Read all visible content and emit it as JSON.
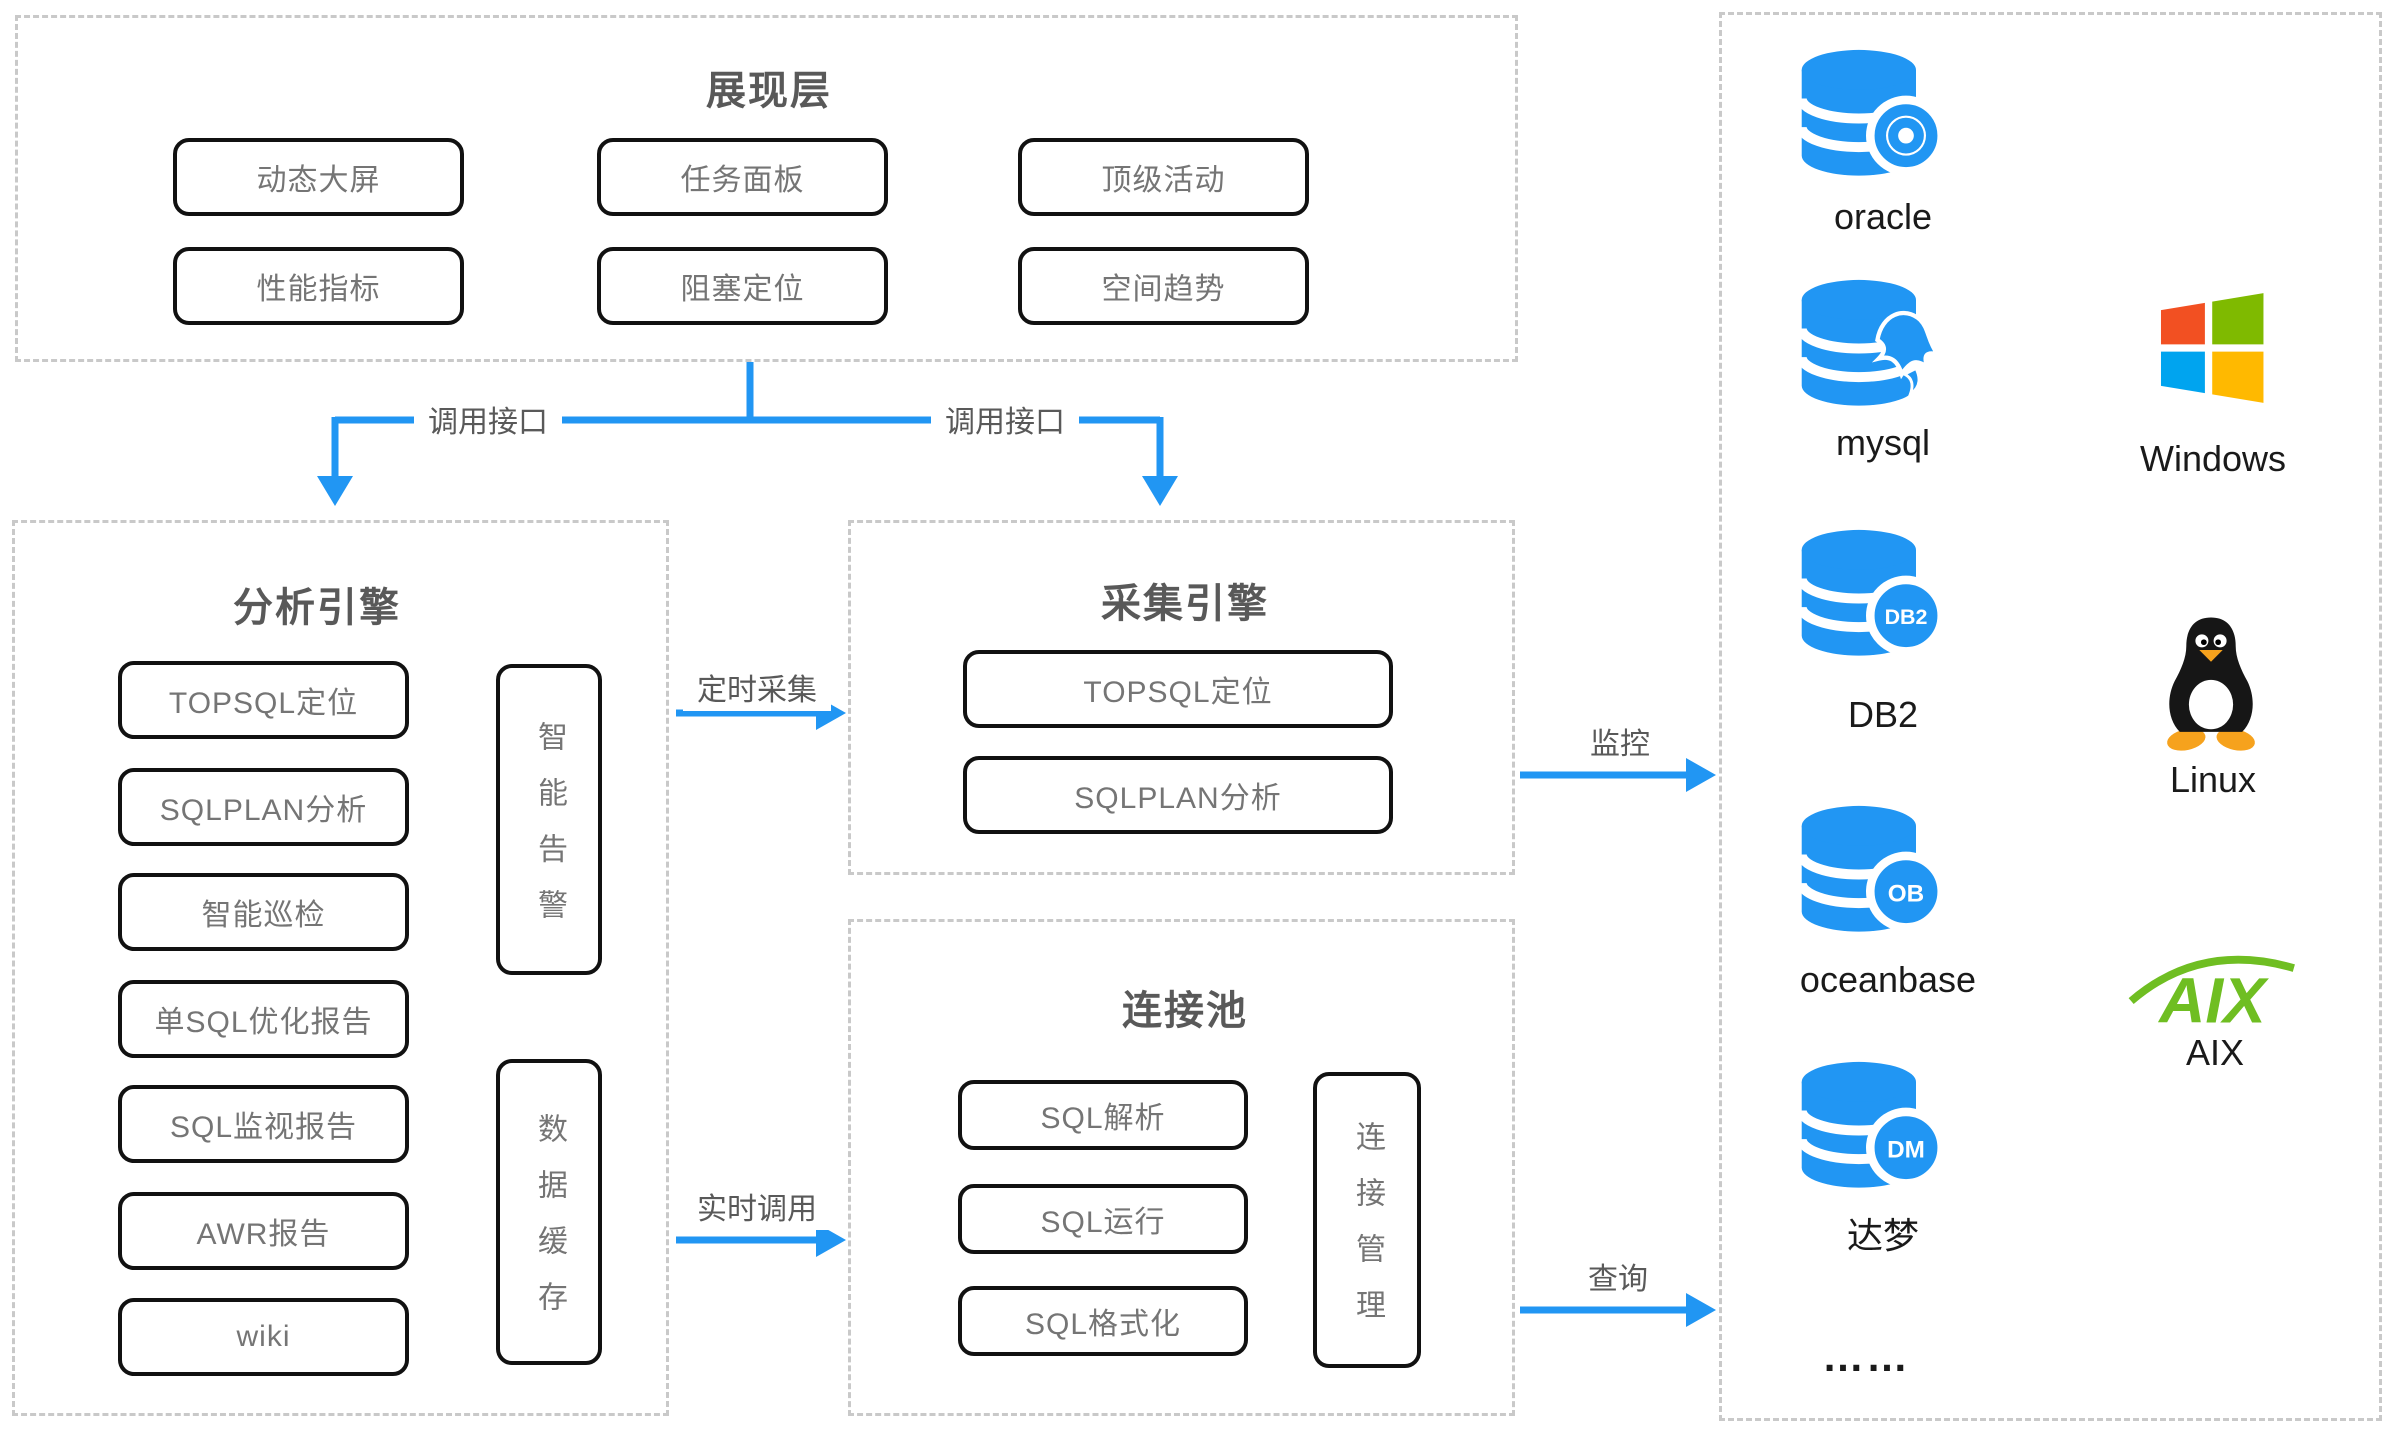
{
  "colors": {
    "accent": "#2196F3",
    "box_border": "#111111",
    "box_text": "#757575",
    "title_text": "#595959",
    "label_text": "#595959",
    "dash_border": "#c9c9c9",
    "target_label": "#1a1a1a",
    "win_red": "#F25022",
    "win_green": "#7FBA00",
    "win_blue": "#00A4EF",
    "win_yellow": "#FFB900",
    "aix_green": "#6FBE22",
    "tux_body": "#161616",
    "tux_orange": "#F6A21D"
  },
  "presentation_layer": {
    "title": "展现层",
    "buttons": [
      "动态大屏",
      "任务面板",
      "顶级活动",
      "性能指标",
      "阻塞定位",
      "空间趋势"
    ]
  },
  "edges": {
    "call_interface_left": "调用接口",
    "call_interface_right": "调用接口",
    "scheduled_collection": "定时采集",
    "realtime_call": "实时调用",
    "monitor": "监控",
    "query": "查询"
  },
  "analysis_engine": {
    "title": "分析引擎",
    "buttons": [
      "TOPSQL定位",
      "SQLPLAN分析",
      "智能巡检",
      "单SQL优化报告",
      "SQL监视报告",
      "AWR报告",
      "wiki"
    ],
    "side_boxes": [
      "智能告警",
      "数据缓存"
    ]
  },
  "collection_engine": {
    "title": "采集引擎",
    "buttons": [
      "TOPSQL定位",
      "SQLPLAN分析"
    ]
  },
  "connection_pool": {
    "title": "连接池",
    "buttons": [
      "SQL解析",
      "SQL运行",
      "SQL格式化"
    ],
    "side_box": "连接管理"
  },
  "targets": {
    "databases": [
      {
        "name": "oracle",
        "badge": ""
      },
      {
        "name": "mysql",
        "badge": ""
      },
      {
        "name": "DB2",
        "badge": "DB2"
      },
      {
        "name": "oceanbase",
        "badge": "OB"
      },
      {
        "name": "达梦",
        "badge": "DM"
      }
    ],
    "operating_systems": [
      "Windows",
      "Linux",
      "AIX"
    ],
    "ellipsis": "……"
  }
}
